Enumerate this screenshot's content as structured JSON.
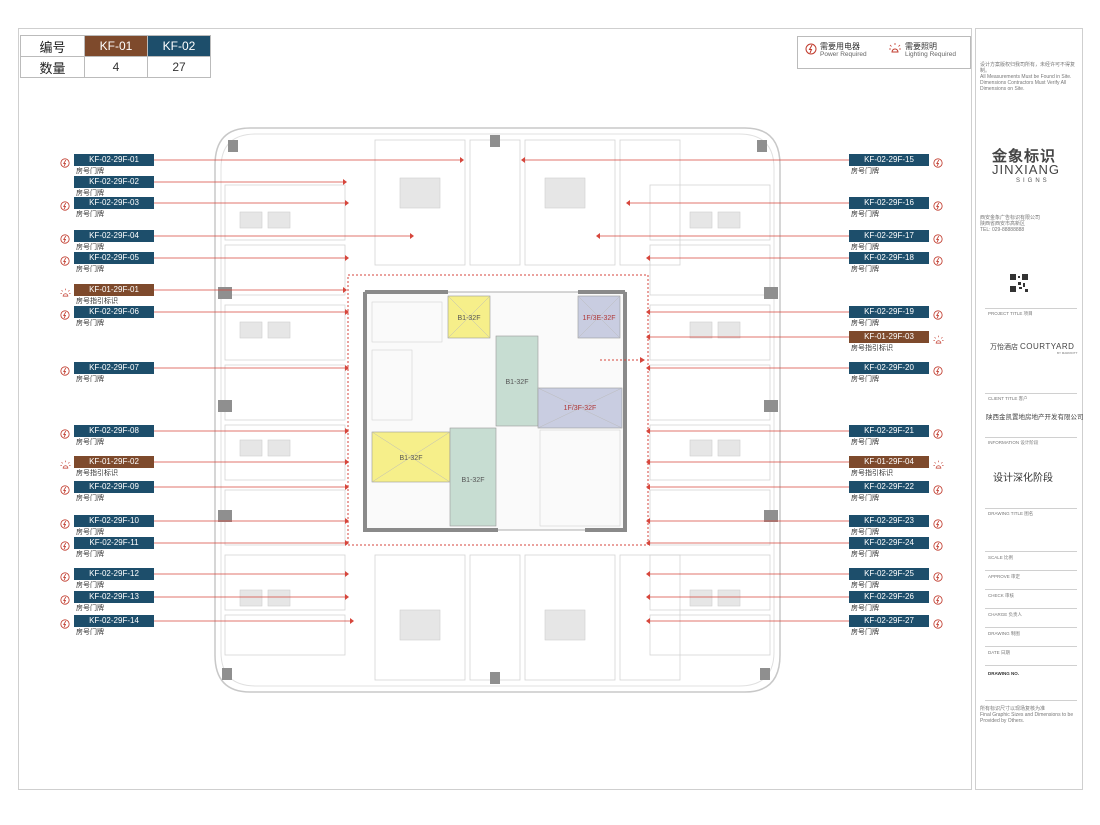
{
  "quantity_table": {
    "row_label_code": "编号",
    "row_label_count": "数量",
    "codes": [
      "KF-01",
      "KF-02"
    ],
    "counts": [
      "4",
      "27"
    ]
  },
  "legend": {
    "power": {
      "zh": "需要用电器",
      "en": "Power Required"
    },
    "lighting": {
      "zh": "需要照明",
      "en": "Lighting Required"
    }
  },
  "lift_labels": {
    "lift_a": "B1-32F",
    "lift_b": "1F/3E-32F",
    "lift_c": "B1-32F",
    "lift_d": "1F/3F-32F",
    "lift_e": "B1-32F",
    "lift_f": "B1-32F"
  },
  "tags_left": [
    {
      "code": "KF-02-29F-01",
      "sub": "房号门牌",
      "kind": "blue",
      "icon": "power-icon"
    },
    {
      "code": "KF-02-29F-02",
      "sub": "房号门牌",
      "kind": "blue",
      "icon": "none"
    },
    {
      "code": "KF-02-29F-03",
      "sub": "房号门牌",
      "kind": "blue",
      "icon": "power-icon"
    },
    {
      "code": "KF-02-29F-04",
      "sub": "房号门牌",
      "kind": "blue",
      "icon": "power-icon"
    },
    {
      "code": "KF-02-29F-05",
      "sub": "房号门牌",
      "kind": "blue",
      "icon": "power-icon"
    },
    {
      "code": "KF-01-29F-01",
      "sub": "房号指引标识",
      "kind": "brown",
      "icon": "lighting-icon"
    },
    {
      "code": "KF-02-29F-06",
      "sub": "房号门牌",
      "kind": "blue",
      "icon": "power-icon"
    },
    {
      "code": "KF-02-29F-07",
      "sub": "房号门牌",
      "kind": "blue",
      "icon": "power-icon"
    },
    {
      "code": "KF-02-29F-08",
      "sub": "房号门牌",
      "kind": "blue",
      "icon": "power-icon"
    },
    {
      "code": "KF-01-29F-02",
      "sub": "房号指引标识",
      "kind": "brown",
      "icon": "lighting-icon"
    },
    {
      "code": "KF-02-29F-09",
      "sub": "房号门牌",
      "kind": "blue",
      "icon": "power-icon"
    },
    {
      "code": "KF-02-29F-10",
      "sub": "房号门牌",
      "kind": "blue",
      "icon": "power-icon"
    },
    {
      "code": "KF-02-29F-11",
      "sub": "房号门牌",
      "kind": "blue",
      "icon": "power-icon"
    },
    {
      "code": "KF-02-29F-12",
      "sub": "房号门牌",
      "kind": "blue",
      "icon": "power-icon"
    },
    {
      "code": "KF-02-29F-13",
      "sub": "房号门牌",
      "kind": "blue",
      "icon": "power-icon"
    },
    {
      "code": "KF-02-29F-14",
      "sub": "房号门牌",
      "kind": "blue",
      "icon": "power-icon"
    }
  ],
  "tags_right": [
    {
      "code": "KF-02-29F-15",
      "sub": "房号门牌",
      "kind": "blue",
      "icon": "power-icon"
    },
    {
      "code": "KF-02-29F-16",
      "sub": "房号门牌",
      "kind": "blue",
      "icon": "power-icon"
    },
    {
      "code": "KF-02-29F-17",
      "sub": "房号门牌",
      "kind": "blue",
      "icon": "power-icon"
    },
    {
      "code": "KF-02-29F-18",
      "sub": "房号门牌",
      "kind": "blue",
      "icon": "power-icon"
    },
    {
      "code": "KF-02-29F-19",
      "sub": "房号门牌",
      "kind": "blue",
      "icon": "power-icon"
    },
    {
      "code": "KF-01-29F-03",
      "sub": "房号指引标识",
      "kind": "brown",
      "icon": "lighting-icon"
    },
    {
      "code": "KF-02-29F-20",
      "sub": "房号门牌",
      "kind": "blue",
      "icon": "power-icon"
    },
    {
      "code": "KF-02-29F-21",
      "sub": "房号门牌",
      "kind": "blue",
      "icon": "power-icon"
    },
    {
      "code": "KF-01-29F-04",
      "sub": "房号指引标识",
      "kind": "brown",
      "icon": "lighting-icon"
    },
    {
      "code": "KF-02-29F-22",
      "sub": "房号门牌",
      "kind": "blue",
      "icon": "power-icon"
    },
    {
      "code": "KF-02-29F-23",
      "sub": "房号门牌",
      "kind": "blue",
      "icon": "power-icon"
    },
    {
      "code": "KF-02-29F-24",
      "sub": "房号门牌",
      "kind": "blue",
      "icon": "power-icon"
    },
    {
      "code": "KF-02-29F-25",
      "sub": "房号门牌",
      "kind": "blue",
      "icon": "power-icon"
    },
    {
      "code": "KF-02-29F-26",
      "sub": "房号门牌",
      "kind": "blue",
      "icon": "power-icon"
    },
    {
      "code": "KF-02-29F-27",
      "sub": "房号门牌",
      "kind": "blue",
      "icon": "power-icon"
    }
  ],
  "title_block": {
    "notes": [
      "设计方案版权归我司所有，未经许可不得复制。",
      "All Measurements Must be Found in Site.",
      "Dimensions Contractors Must Verify All",
      "Dimensions on Site."
    ],
    "brand_zh": "金象标识",
    "brand_en": "JINXIANG",
    "brand_sub": "SIGNS",
    "company_lines": [
      "西安金象广告标识有限公司",
      "陕西省西安市高新区",
      "TEL: 029-88888888"
    ],
    "project_title_label": "PROJECT TITLE 项目",
    "project_name_zh": "万怡酒店",
    "project_name_en": "COURTYARD",
    "project_name_by": "BY MARRIOTT",
    "client_label": "CLIENT TITLE 客户",
    "client_name": "陕西金凯置地房地产开发有限公司",
    "info_label": "INFORMATION 设计阶段",
    "stage": "设计深化阶段",
    "drawing_title_label": "DRAWING TITLE 图名",
    "fields": [
      "SCALE 比例",
      "APPROVE 审定",
      "CHECK 审核",
      "CHARGE 负责人",
      "DRAWING 制图",
      "DATE 日期",
      "DRAWING NO."
    ],
    "footer": [
      "所有标识尺寸以现场复核为准",
      "Final Graphic Sizes and Dimensions to be",
      "Provided by Others."
    ]
  }
}
